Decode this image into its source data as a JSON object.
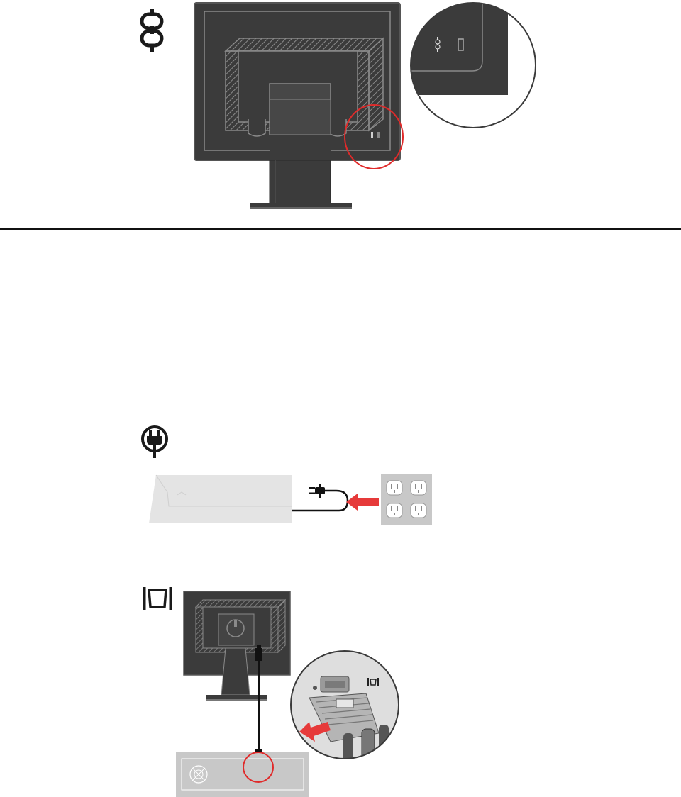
{
  "page": {
    "background": "#ffffff"
  },
  "sections": [
    {
      "id": "kensington-lock",
      "icon": "lock-chain-icon",
      "illustration": "monitor-rear-with-security-slot-callout"
    },
    {
      "id": "power",
      "icon": "power-plug-icon",
      "illustration": "power-cord-to-wall-outlet"
    },
    {
      "id": "video",
      "icon": "vga-connector-icon",
      "illustration": "vga-cable-monitor-to-computer"
    }
  ],
  "colors": {
    "monitor_body": "#3a3a3a",
    "monitor_edge": "#5a5a5a",
    "highlight_red": "#e02a2a",
    "arrow_red": "#e63a3a",
    "gray_panel": "#c8c8c8",
    "light_panel": "#e4e4e4",
    "divider": "#111111"
  }
}
